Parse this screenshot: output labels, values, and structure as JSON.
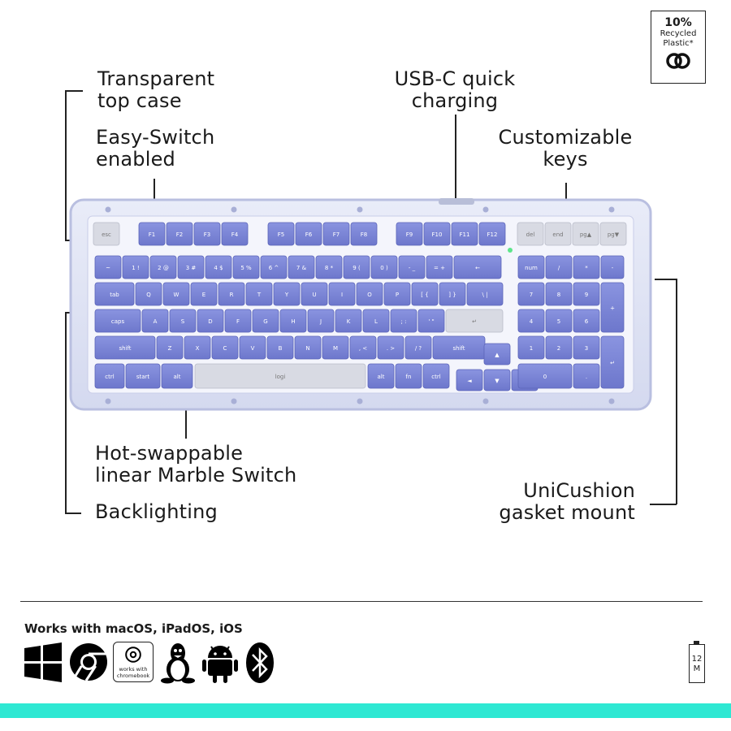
{
  "callouts": {
    "transparent_top_case": [
      "Transparent",
      "top case"
    ],
    "usb_c": [
      "USB-C quick",
      "charging"
    ],
    "easy_switch": [
      "Easy-Switch",
      "enabled"
    ],
    "customizable_keys": [
      "Customizable",
      "keys"
    ],
    "hot_swappable": [
      "Hot-swappable",
      "linear Marble Switch"
    ],
    "backlighting": [
      "Backlighting"
    ],
    "unicushion": [
      "UniCushion",
      "gasket mount"
    ]
  },
  "badge": {
    "percent": "10%",
    "line1": "Recycled",
    "line2": "Plastic*"
  },
  "compatibility": {
    "works_with": "Works with macOS, iPadOS, iOS",
    "chromebook_line1": "works with",
    "chromebook_line2": "chromebook",
    "icons": [
      "windows-icon",
      "chrome-icon",
      "works-with-chromebook-icon",
      "linux-icon",
      "android-icon",
      "bluetooth-icon"
    ]
  },
  "battery": {
    "line1": "12",
    "line2": "M"
  },
  "keyboard": {
    "logo": "logi",
    "row_fn": [
      "esc",
      "F1",
      "F2",
      "F3",
      "F4",
      "F5",
      "F6",
      "F7",
      "F8",
      "F9",
      "F10",
      "F11",
      "F12",
      "del",
      "end",
      "pg▲",
      "pg▼"
    ],
    "row_num": [
      "~",
      "1 !",
      "2 @",
      "3 #",
      "4 $",
      "5 %",
      "6 ^",
      "7 &",
      "8 *",
      "9 (",
      "0 )",
      "- _",
      "= +",
      "←"
    ],
    "row_tab": [
      "tab",
      "Q",
      "W",
      "E",
      "R",
      "T",
      "Y",
      "U",
      "I",
      "O",
      "P",
      "[ {",
      "] }",
      "\\ |"
    ],
    "row_caps": [
      "caps",
      "A",
      "S",
      "D",
      "F",
      "G",
      "H",
      "J",
      "K",
      "L",
      "; :",
      "' \"",
      "↵"
    ],
    "row_shift": [
      "shift",
      "Z",
      "X",
      "C",
      "V",
      "B",
      "N",
      "M",
      ", <",
      ". >",
      "/ ?",
      "shift"
    ],
    "row_ctrl": [
      "ctrl",
      "start",
      "alt",
      "alt",
      "fn",
      "ctrl"
    ],
    "numpad": [
      "num",
      "/",
      "*",
      "-",
      "7",
      "8",
      "9",
      "+",
      "4",
      "5",
      "6",
      "1",
      "2",
      "3",
      "↵",
      "0",
      "."
    ]
  }
}
